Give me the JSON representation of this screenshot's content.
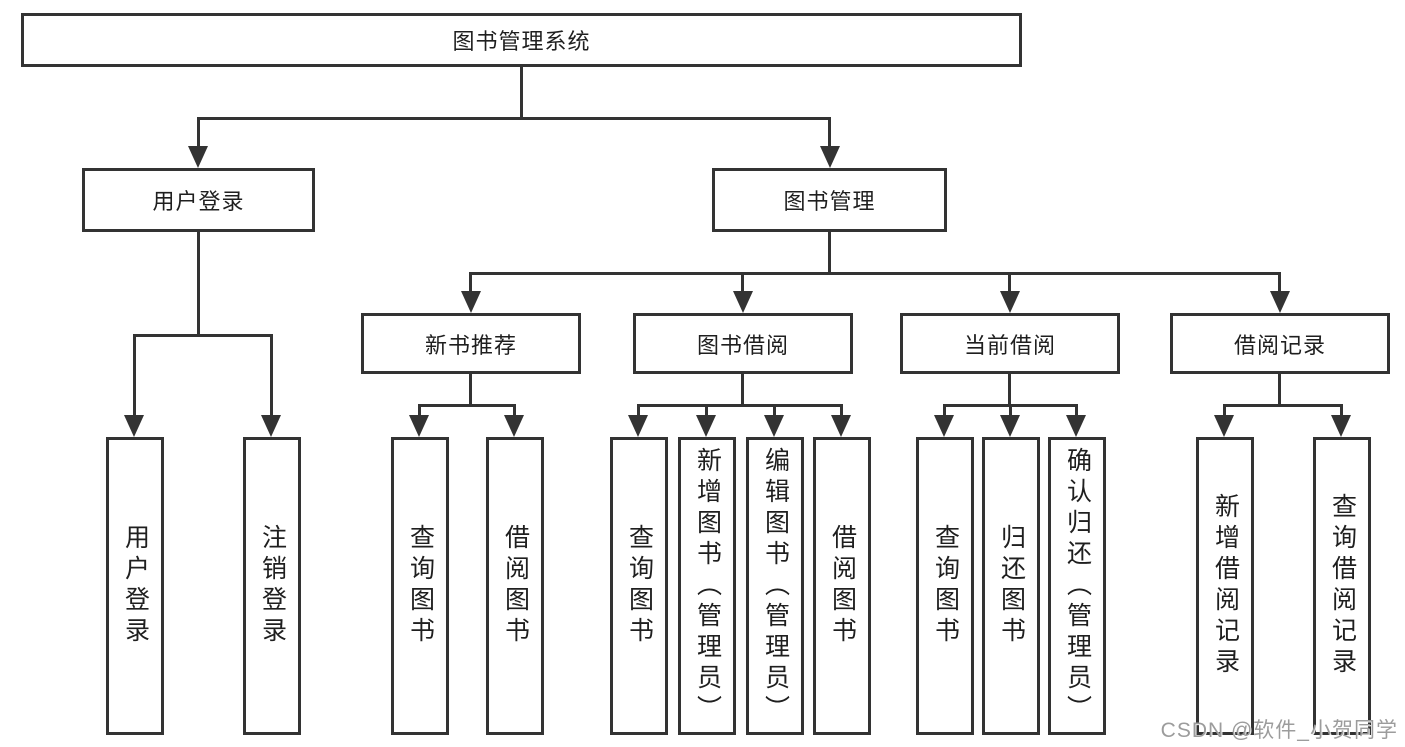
{
  "diagram": {
    "root": {
      "label": "图书管理系统"
    },
    "branches": [
      {
        "label": "用户登录"
      },
      {
        "label": "图书管理"
      }
    ],
    "modules": [
      {
        "label": "新书推荐",
        "parent": "图书管理"
      },
      {
        "label": "图书借阅",
        "parent": "图书管理"
      },
      {
        "label": "当前借阅",
        "parent": "图书管理"
      },
      {
        "label": "借阅记录",
        "parent": "图书管理"
      }
    ],
    "leaves": [
      {
        "label": "用户登录",
        "parent": "用户登录"
      },
      {
        "label": "注销登录",
        "parent": "用户登录"
      },
      {
        "label": "查询图书",
        "parent": "新书推荐"
      },
      {
        "label": "借阅图书",
        "parent": "新书推荐"
      },
      {
        "label": "查询图书",
        "parent": "图书借阅"
      },
      {
        "label": "新增图书（管理员）",
        "parent": "图书借阅"
      },
      {
        "label": "编辑图书（管理员）",
        "parent": "图书借阅"
      },
      {
        "label": "借阅图书",
        "parent": "图书借阅"
      },
      {
        "label": "查询图书",
        "parent": "当前借阅"
      },
      {
        "label": "归还图书",
        "parent": "当前借阅"
      },
      {
        "label": "确认归还（管理员）",
        "parent": "当前借阅"
      },
      {
        "label": "新增借阅记录",
        "parent": "借阅记录"
      },
      {
        "label": "查询借阅记录",
        "parent": "借阅记录"
      }
    ],
    "watermark": "CSDN @软件_小贺同学",
    "colors": {
      "line": "#333333",
      "text": "#1f1f1f",
      "watermark": "#9c9c9c",
      "background": "#ffffff"
    }
  }
}
